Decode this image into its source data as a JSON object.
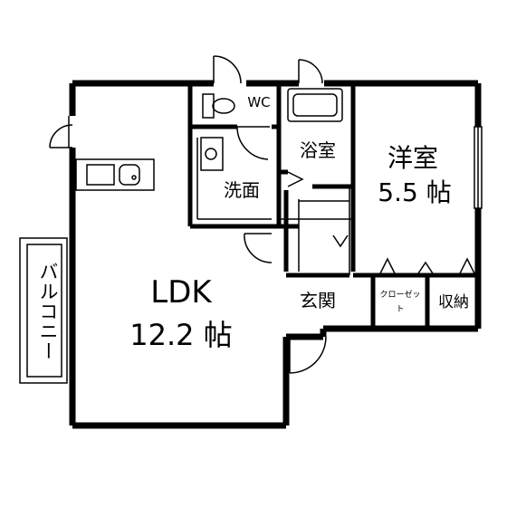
{
  "floorplan": {
    "rooms": {
      "ldk": {
        "name": "LDK",
        "size": "12.2 帖"
      },
      "western": {
        "name": "洋室",
        "size": "5.5 帖"
      },
      "wc": {
        "name": "WC"
      },
      "bath": {
        "name": "浴室"
      },
      "washroom": {
        "name": "洗面"
      },
      "entrance": {
        "name": "玄関"
      },
      "closet": {
        "name": "クローゼット"
      },
      "storage": {
        "name": "収納"
      },
      "balcony": {
        "name": "バルコニー"
      }
    },
    "colors": {
      "wall": "#000000",
      "background": "#ffffff",
      "fixture": "#000000"
    }
  }
}
